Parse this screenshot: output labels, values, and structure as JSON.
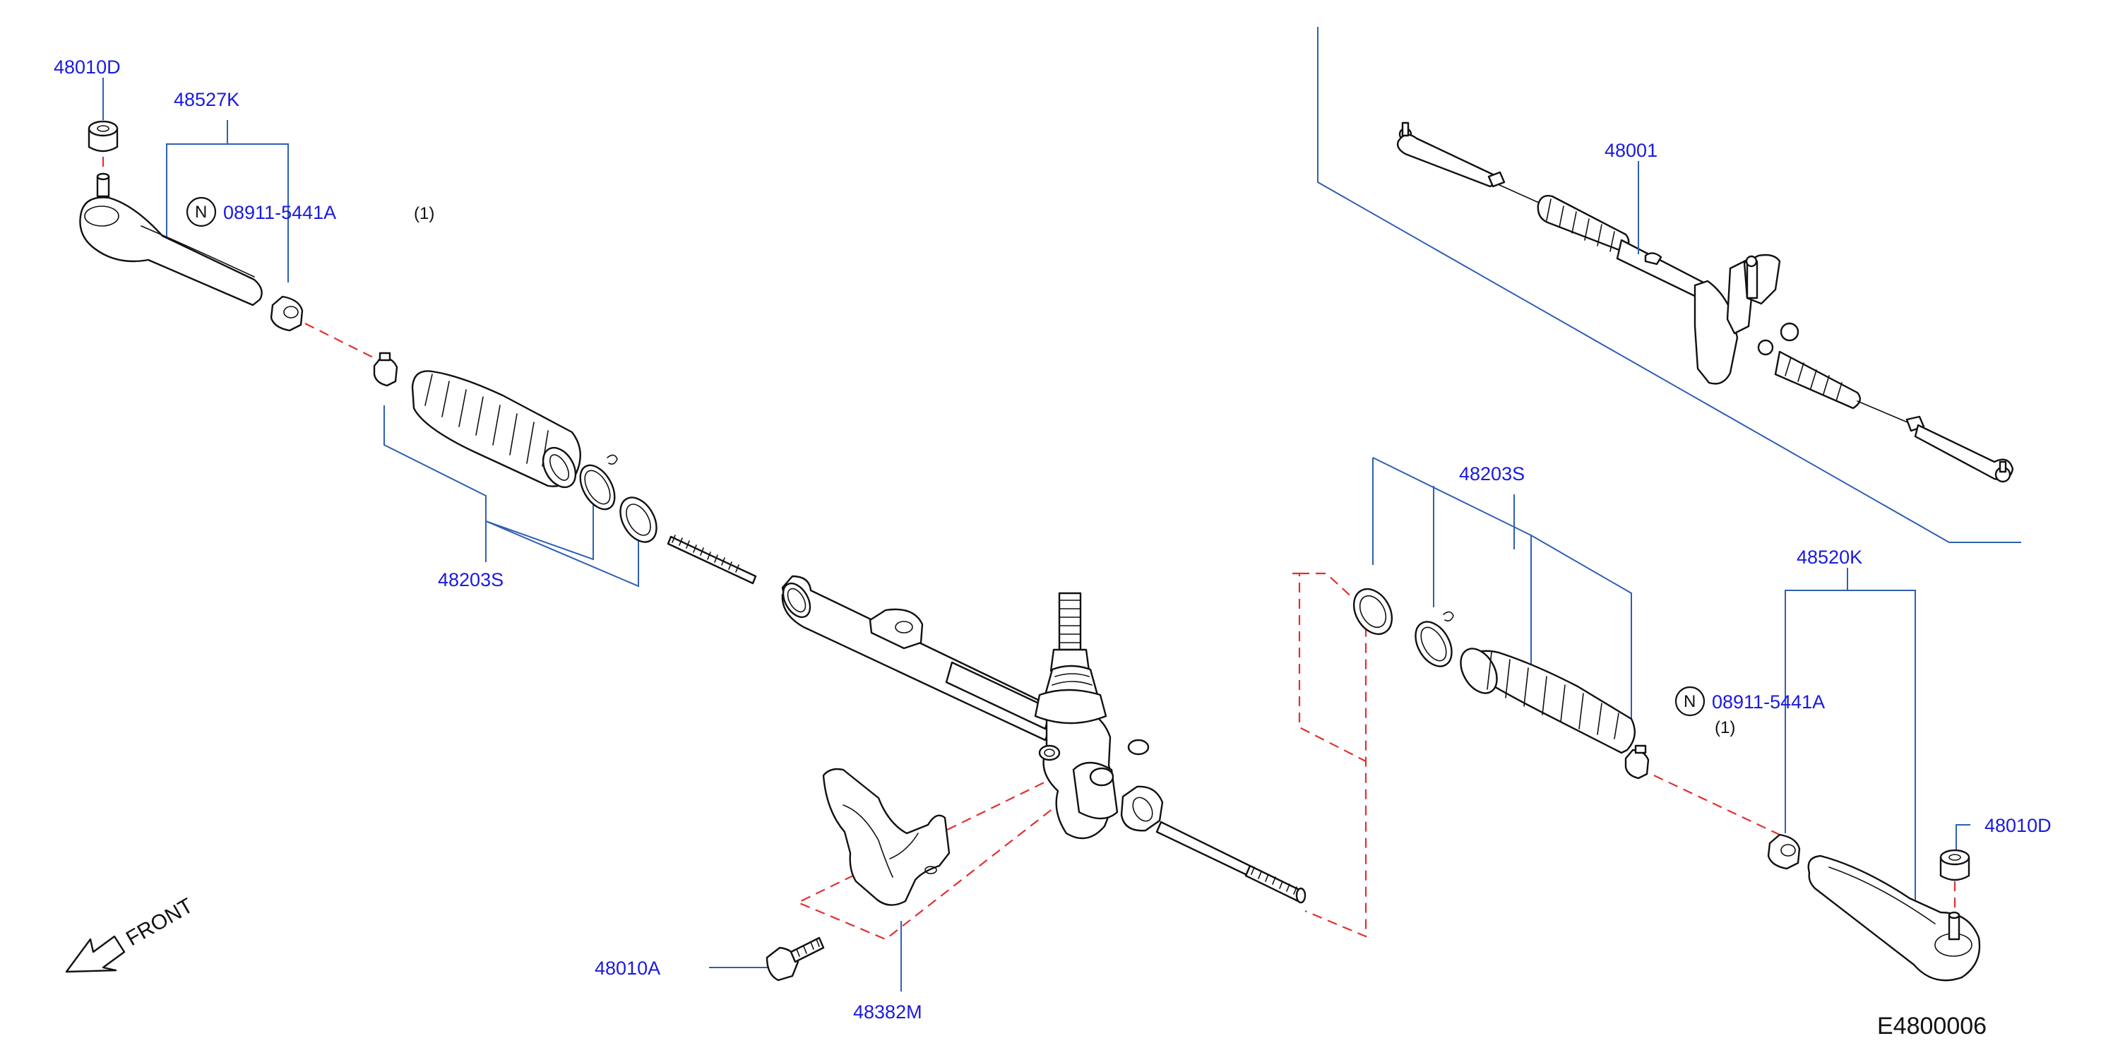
{
  "diagram": {
    "part_labels": {
      "tie_rod_end_nut_left": "48010D",
      "tie_rod_end_kit_left": "48527K",
      "nut_note_left": "08911-5441A",
      "qty_left": "(1)",
      "boot_kit_left": "48203S",
      "gear_assembly": "48001",
      "boot_kit_right": "48203S",
      "tie_rod_end_kit_right": "48520K",
      "nut_note_right": "08911-5441A",
      "qty_right": "(1)",
      "tie_rod_end_nut_right": "48010D",
      "bolt": "48010A",
      "bracket": "48382M"
    },
    "n_symbol": "N",
    "front_label": "FRONT",
    "illustration_code": "E4800006"
  },
  "colors": {
    "label_blue": "#1a1ae0",
    "leader_line": "#2f5fb5",
    "dashed_red": "#e23030",
    "line_art": "#111111"
  }
}
